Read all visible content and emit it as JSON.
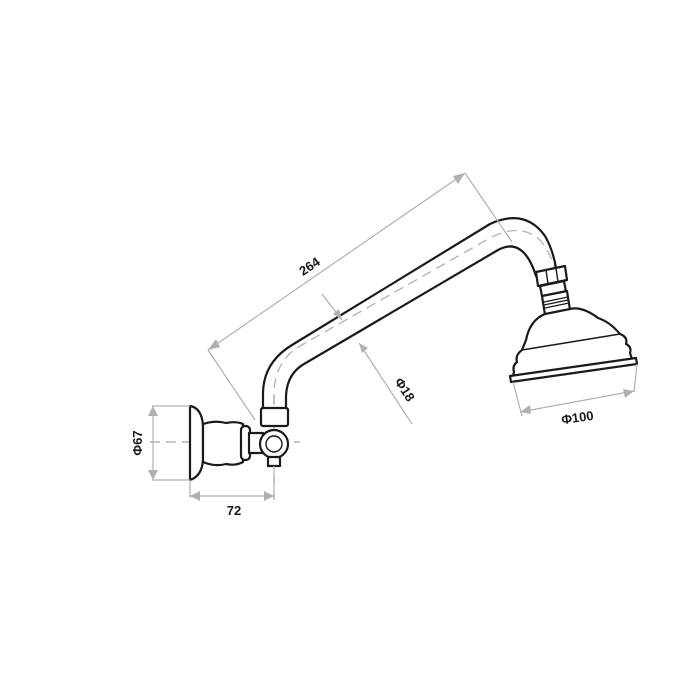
{
  "drawing": {
    "title": "Shower arm with wall flange and shower rose - dimension drawing",
    "colors": {
      "outline": "#1a1a1a",
      "dimension_line": "#b0b0b0",
      "centerline": "#b5b5b5",
      "background": "#ffffff"
    },
    "components": [
      {
        "id": "wall-flange",
        "label": "Wall flange"
      },
      {
        "id": "arm",
        "label": "Shower arm"
      },
      {
        "id": "swivel-joint",
        "label": "Swivel joint"
      },
      {
        "id": "shower-rose",
        "label": "Shower rose"
      }
    ],
    "dimensions": {
      "arm_length": {
        "label": "264",
        "value": 264,
        "unit": "mm"
      },
      "arm_diameter": {
        "label": "Φ18",
        "value": 18,
        "unit": "mm"
      },
      "rose_diameter": {
        "label": "Φ100",
        "value": 100,
        "unit": "mm"
      },
      "flange_diameter": {
        "label": "Φ67",
        "value": 67,
        "unit": "mm"
      },
      "projection": {
        "label": "72",
        "value": 72,
        "unit": "mm"
      }
    }
  }
}
